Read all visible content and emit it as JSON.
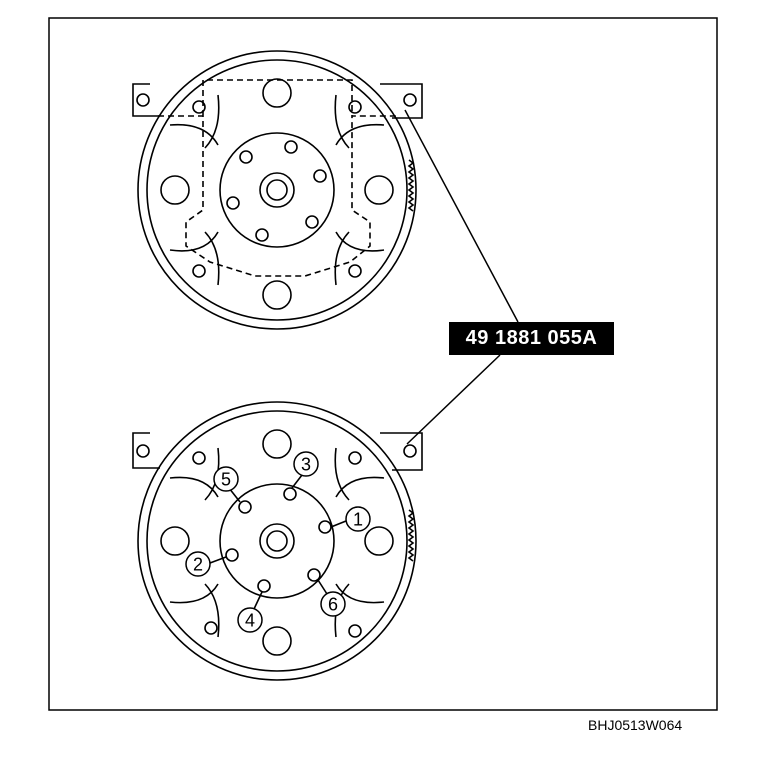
{
  "diagram": {
    "tool_label": "49 1881 055A",
    "figure_code": "BHJ0513W064",
    "tightening_sequence": [
      "1",
      "2",
      "3",
      "4",
      "5",
      "6"
    ]
  }
}
